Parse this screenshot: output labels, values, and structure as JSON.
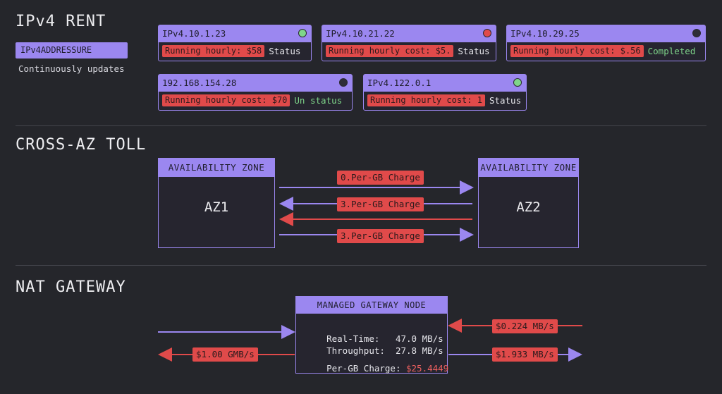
{
  "colors": {
    "background": "#25262b",
    "accent": "#9b87f0",
    "alert": "#e04a4a",
    "ok": "#7fd68a"
  },
  "ipv4": {
    "title": "IPv4 RENT",
    "tag": "IPv4ADDRESSURE",
    "note": "Continuously updates",
    "cards": [
      {
        "address": "IPv4.10.1.23",
        "cost": "Running hourly: $58",
        "status": "Status",
        "dot": "green"
      },
      {
        "address": "IPv4.10.21.22",
        "cost": "Running hourly cost: $5.",
        "status": "Status",
        "dot": "red"
      },
      {
        "address": "IPv4.10.29.25",
        "cost": "Running hourly cost: $.56",
        "status": "Completed",
        "dot": "dark"
      },
      {
        "address": "192.168.154.28",
        "cost": "Running hourly cost: $70",
        "status": "Un status",
        "dot": "dark"
      },
      {
        "address": "IPv4.122.0.1",
        "cost": "Running hourly cost: 1",
        "status": "Status",
        "dot": "green"
      }
    ]
  },
  "cross_az": {
    "title": "CROSS-AZ TOLL",
    "zone_label": "AVAILABILITY ZONE",
    "zone1": "AZ1",
    "zone2": "AZ2",
    "charges": [
      "0.Per-GB Charge",
      "3.Per-GB Charge",
      "3.Per-GB Charge"
    ]
  },
  "nat": {
    "title": "NAT GATEWAY",
    "node_label": "MANAGED GATEWAY NODE",
    "realtime_label": "Real-Time:",
    "realtime_value": "47.0 MB/s",
    "throughput_label": "Throughput:",
    "throughput_value": "27.8 MB/s",
    "pergb_label": "Per-GB Charge:",
    "pergb_value": "$25.4449",
    "left_out": "$1.00 GMB/s",
    "right_in": "$0.224 MB/s",
    "right_out": "$1.933 MB/s"
  }
}
